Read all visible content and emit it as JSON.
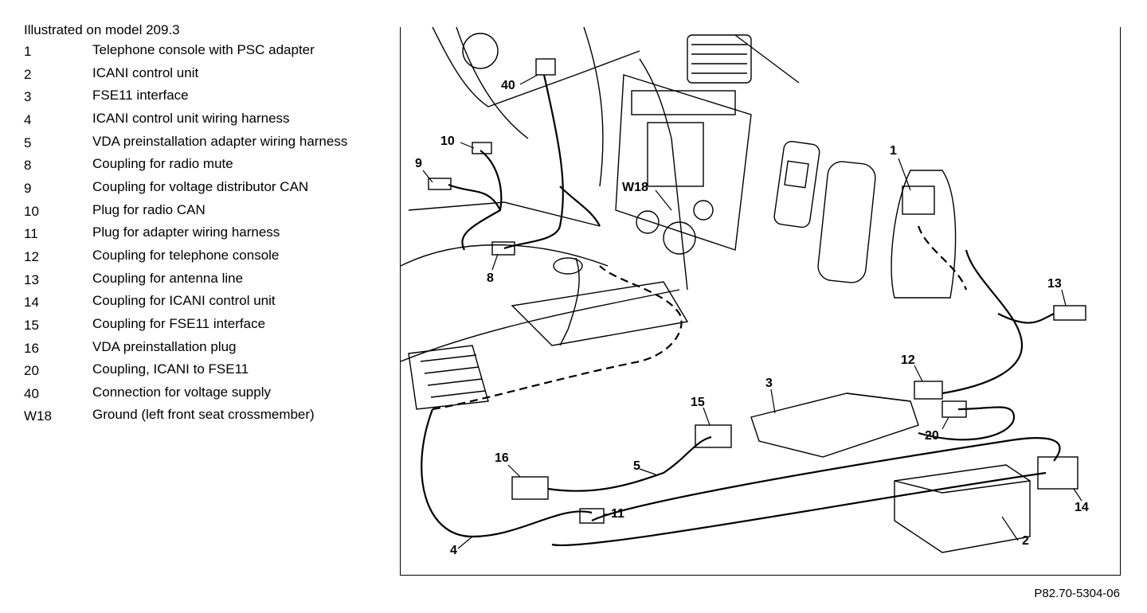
{
  "legend": {
    "heading": "Illustrated on model 209.3",
    "items": [
      {
        "num": "1",
        "desc": "Telephone console with PSC adapter"
      },
      {
        "num": "2",
        "desc": "ICANI control unit"
      },
      {
        "num": "3",
        "desc": "FSE11 interface"
      },
      {
        "num": "4",
        "desc": "ICANI control unit wiring harness"
      },
      {
        "num": "5",
        "desc": "VDA preinstallation adapter wiring harness"
      },
      {
        "num": "8",
        "desc": "Coupling for radio mute"
      },
      {
        "num": "9",
        "desc": "Coupling for voltage distributor CAN"
      },
      {
        "num": "10",
        "desc": "Plug for radio CAN"
      },
      {
        "num": "11",
        "desc": "Plug for adapter wiring harness"
      },
      {
        "num": "12",
        "desc": "Coupling for telephone console"
      },
      {
        "num": "13",
        "desc": "Coupling for antenna line"
      },
      {
        "num": "14",
        "desc": "Coupling for ICANI control unit"
      },
      {
        "num": "15",
        "desc": "Coupling for FSE11 interface"
      },
      {
        "num": "16",
        "desc": "VDA preinstallation plug"
      },
      {
        "num": "20",
        "desc": "Coupling, ICANI to FSE11"
      },
      {
        "num": "40",
        "desc": "Connection for voltage supply"
      },
      {
        "num": "W18",
        "desc": "Ground (left front seat crossmember)"
      }
    ]
  },
  "callouts": {
    "c1": "1",
    "c2": "2",
    "c3": "3",
    "c4": "4",
    "c5": "5",
    "c8": "8",
    "c9": "9",
    "c10": "10",
    "c11": "11",
    "c12": "12",
    "c13": "13",
    "c14": "14",
    "c15": "15",
    "c16": "16",
    "c20": "20",
    "c40": "40",
    "cW18": "W18"
  },
  "figure_ref": "P82.70-5304-06"
}
